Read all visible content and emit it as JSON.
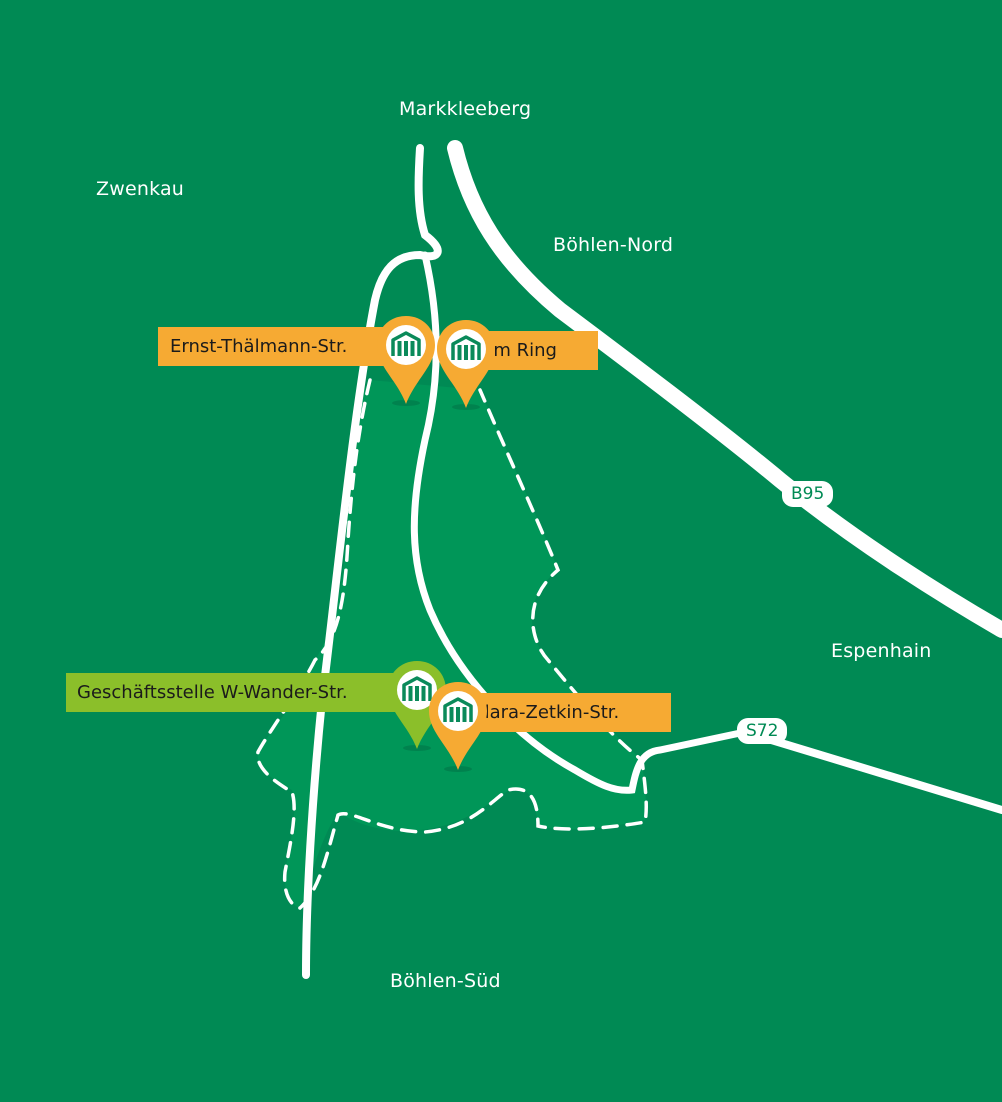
{
  "colors": {
    "background": "#008a54",
    "district": "#009658",
    "road": "#ffffff",
    "pin_orange": "#f6aa33",
    "pin_green": "#8bbf2a",
    "icon_green": "#0a8a5a"
  },
  "towns": {
    "markkleeberg": "Markkleeberg",
    "zwenkau": "Zwenkau",
    "boehlen_nord": "Böhlen-Nord",
    "espenhain": "Espenhain",
    "boehlen_sued": "Böhlen-Süd"
  },
  "roads": {
    "b95": "B95",
    "s72": "S72"
  },
  "locations": {
    "ernst_thaelmann": {
      "label": "Ernst-Thälmann-Str.",
      "pin_color": "orange",
      "icon": "building-icon"
    },
    "am_ring": {
      "label": "Am Ring",
      "pin_color": "orange",
      "icon": "building-icon"
    },
    "geschaeftsstelle": {
      "label": "Geschäftsstelle W-Wander-Str.",
      "pin_color": "green",
      "icon": "building-icon"
    },
    "clara_zetkin": {
      "label": "Clara-Zetkin-Str.",
      "pin_color": "orange",
      "icon": "building-icon"
    }
  }
}
